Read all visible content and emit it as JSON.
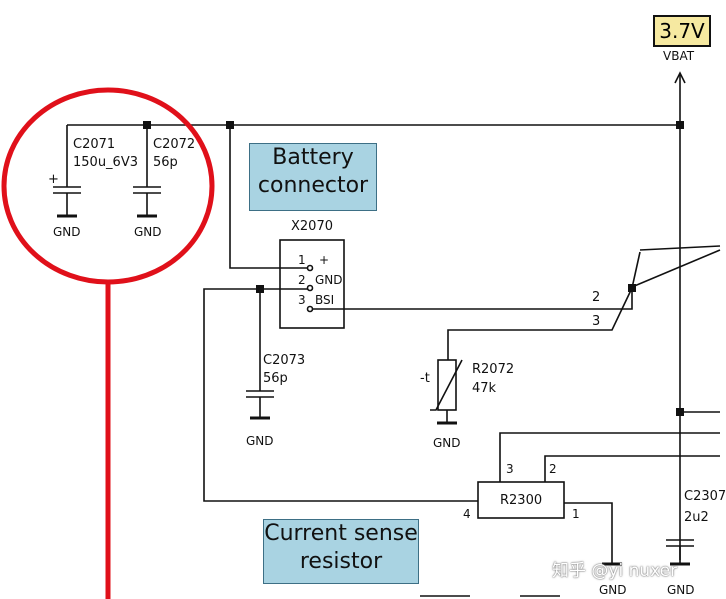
{
  "supply": {
    "voltage": "3.7V",
    "net": "VBAT"
  },
  "capacitors": {
    "c2071": {
      "ref": "C2071",
      "value": "150u_6V3",
      "polarity": "+"
    },
    "c2072": {
      "ref": "C2072",
      "value": "56p"
    },
    "c2073": {
      "ref": "C2073",
      "value": "56p"
    },
    "c2307": {
      "ref": "C2307",
      "value": "2u2"
    }
  },
  "gnd_label": "GND",
  "connector": {
    "title": "Battery connector",
    "ref": "X2070",
    "pins": [
      {
        "num": "1",
        "name": "+"
      },
      {
        "num": "2",
        "name": "GND"
      },
      {
        "num": "3",
        "name": "BSI"
      }
    ]
  },
  "thermistor": {
    "ref": "R2072",
    "value": "47k",
    "marker": "-t"
  },
  "bus_labels": [
    "2",
    "3"
  ],
  "sense_resistor": {
    "title": "Current sense resistor",
    "ref": "R2300",
    "pins": [
      "1",
      "2",
      "3",
      "4"
    ]
  },
  "highlight_color": "#e0101a",
  "watermark": "知乎 @yi nuxer"
}
